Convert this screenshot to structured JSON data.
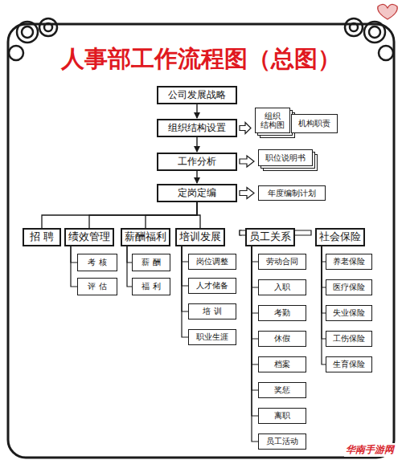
{
  "diagram": {
    "title": "人事部工作流程图（总图）",
    "nodes": [
      {
        "text": [
          "公司发展战略"
        ]
      },
      {
        "text": [
          "组织结构设置"
        ]
      },
      {
        "text": [
          "组织 结构图"
        ]
      },
      {
        "text": [
          "机构职责"
        ]
      },
      {
        "text": [
          "工作分析"
        ]
      },
      {
        "text": [
          "职位说明书"
        ]
      },
      {
        "text": [
          "定岗定编"
        ]
      },
      {
        "text": [
          "年度编制计划"
        ]
      },
      {
        "text": [
          "招 聘"
        ]
      },
      {
        "text": [
          "绩效管理"
        ]
      },
      {
        "text": [
          "薪酬福利"
        ]
      },
      {
        "text": [
          "培训发展"
        ]
      },
      {
        "text": [
          "员工关系"
        ]
      },
      {
        "text": [
          "社会保险"
        ]
      },
      {
        "text": [
          "考 核"
        ]
      },
      {
        "text": [
          "评 估"
        ]
      },
      {
        "text": [
          "薪 酬"
        ]
      },
      {
        "text": [
          "福 利"
        ]
      },
      {
        "text": [
          "岗位调整"
        ]
      },
      {
        "text": [
          "人才储备"
        ]
      },
      {
        "text": [
          "培 训"
        ]
      },
      {
        "text": [
          "职业生涯"
        ]
      },
      {
        "text": [
          "劳动合同"
        ]
      },
      {
        "text": [
          "入职"
        ]
      },
      {
        "text": [
          "考勤"
        ]
      },
      {
        "text": [
          "休假"
        ]
      },
      {
        "text": [
          "档案"
        ]
      },
      {
        "text": [
          "奖惩"
        ]
      },
      {
        "text": [
          "离职"
        ]
      },
      {
        "text": [
          "员工活动"
        ]
      },
      {
        "text": [
          "养老保险"
        ]
      },
      {
        "text": [
          "医疗保险"
        ]
      },
      {
        "text": [
          "失业保险"
        ]
      },
      {
        "text": [
          "工伤保险"
        ]
      },
      {
        "text": [
          "生育保险"
        ]
      }
    ],
    "edges": [
      {
        "from": 0,
        "to": 1,
        "arrow": "to"
      },
      {
        "from": 1,
        "to": 4,
        "arrow": "to"
      },
      {
        "from": 4,
        "to": 6,
        "arrow": "to"
      },
      {
        "from": 1,
        "to": 2,
        "arrow": "to"
      },
      {
        "from": 4,
        "to": 5,
        "arrow": "to"
      },
      {
        "from": 6,
        "to": 7,
        "arrow": "to"
      },
      {
        "from": 6,
        "to": 8,
        "arrow": "none"
      },
      {
        "from": 6,
        "to": 9,
        "arrow": "none"
      },
      {
        "from": 6,
        "to": 10,
        "arrow": "none"
      },
      {
        "from": 6,
        "to": 11,
        "arrow": "none"
      },
      {
        "from": 6,
        "to": 12,
        "arrow": "none"
      },
      {
        "from": 6,
        "to": 13,
        "arrow": "none"
      },
      {
        "from": 9,
        "to": 14,
        "arrow": "none"
      },
      {
        "from": 9,
        "to": 15,
        "arrow": "none"
      },
      {
        "from": 10,
        "to": 16,
        "arrow": "none"
      },
      {
        "from": 10,
        "to": 17,
        "arrow": "none"
      },
      {
        "from": 11,
        "to": 18,
        "arrow": "none"
      },
      {
        "from": 11,
        "to": 19,
        "arrow": "none"
      },
      {
        "from": 11,
        "to": 20,
        "arrow": "none"
      },
      {
        "from": 11,
        "to": 21,
        "arrow": "none"
      },
      {
        "from": 12,
        "to": 22,
        "arrow": "none"
      },
      {
        "from": 12,
        "to": 23,
        "arrow": "none"
      },
      {
        "from": 12,
        "to": 24,
        "arrow": "none"
      },
      {
        "from": 12,
        "to": 25,
        "arrow": "none"
      },
      {
        "from": 12,
        "to": 26,
        "arrow": "none"
      },
      {
        "from": 12,
        "to": 27,
        "arrow": "none"
      },
      {
        "from": 12,
        "to": 28,
        "arrow": "none"
      },
      {
        "from": 12,
        "to": 29,
        "arrow": "none"
      },
      {
        "from": 13,
        "to": 30,
        "arrow": "none"
      },
      {
        "from": 13,
        "to": 31,
        "arrow": "none"
      },
      {
        "from": 13,
        "to": 32,
        "arrow": "none"
      },
      {
        "from": 13,
        "to": 33,
        "arrow": "none"
      },
      {
        "from": 13,
        "to": 34,
        "arrow": "none"
      }
    ],
    "labels": [
      "华南手游网"
    ]
  }
}
